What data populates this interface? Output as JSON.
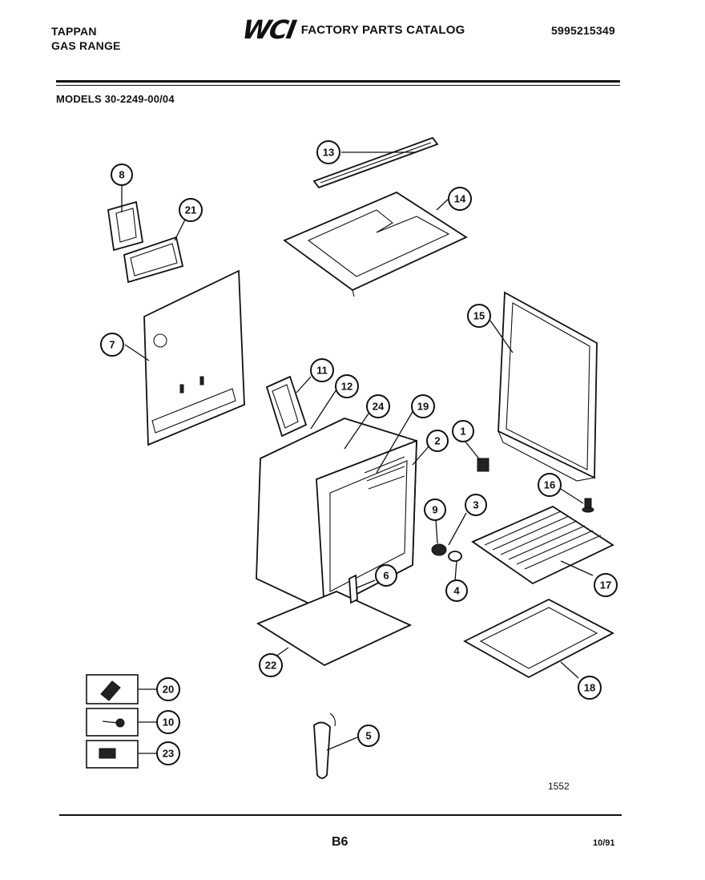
{
  "header": {
    "brand_line1": "TAPPAN",
    "brand_line2": "GAS RANGE",
    "logo": "WCI",
    "catalog_title": "FACTORY PARTS CATALOG",
    "part_number": "5995215349"
  },
  "models": "MODELS 30-2249-00/04",
  "footer": {
    "page_code": "B6",
    "date_code": "10/91",
    "figure_id": "1552"
  },
  "callouts": [
    {
      "id": "c1",
      "label": "1"
    },
    {
      "id": "c2",
      "label": "2"
    },
    {
      "id": "c3",
      "label": "3"
    },
    {
      "id": "c4",
      "label": "4"
    },
    {
      "id": "c5",
      "label": "5"
    },
    {
      "id": "c6",
      "label": "6"
    },
    {
      "id": "c7",
      "label": "7"
    },
    {
      "id": "c8",
      "label": "8"
    },
    {
      "id": "c9",
      "label": "9"
    },
    {
      "id": "c10",
      "label": "10"
    },
    {
      "id": "c11",
      "label": "11"
    },
    {
      "id": "c12",
      "label": "12"
    },
    {
      "id": "c13",
      "label": "13"
    },
    {
      "id": "c14",
      "label": "14"
    },
    {
      "id": "c15",
      "label": "15"
    },
    {
      "id": "c16",
      "label": "16"
    },
    {
      "id": "c17",
      "label": "17"
    },
    {
      "id": "c18",
      "label": "18"
    },
    {
      "id": "c19",
      "label": "19"
    },
    {
      "id": "c20",
      "label": "20"
    },
    {
      "id": "c21",
      "label": "21"
    },
    {
      "id": "c22",
      "label": "22"
    },
    {
      "id": "c23",
      "label": "23"
    },
    {
      "id": "c24",
      "label": "24"
    }
  ]
}
